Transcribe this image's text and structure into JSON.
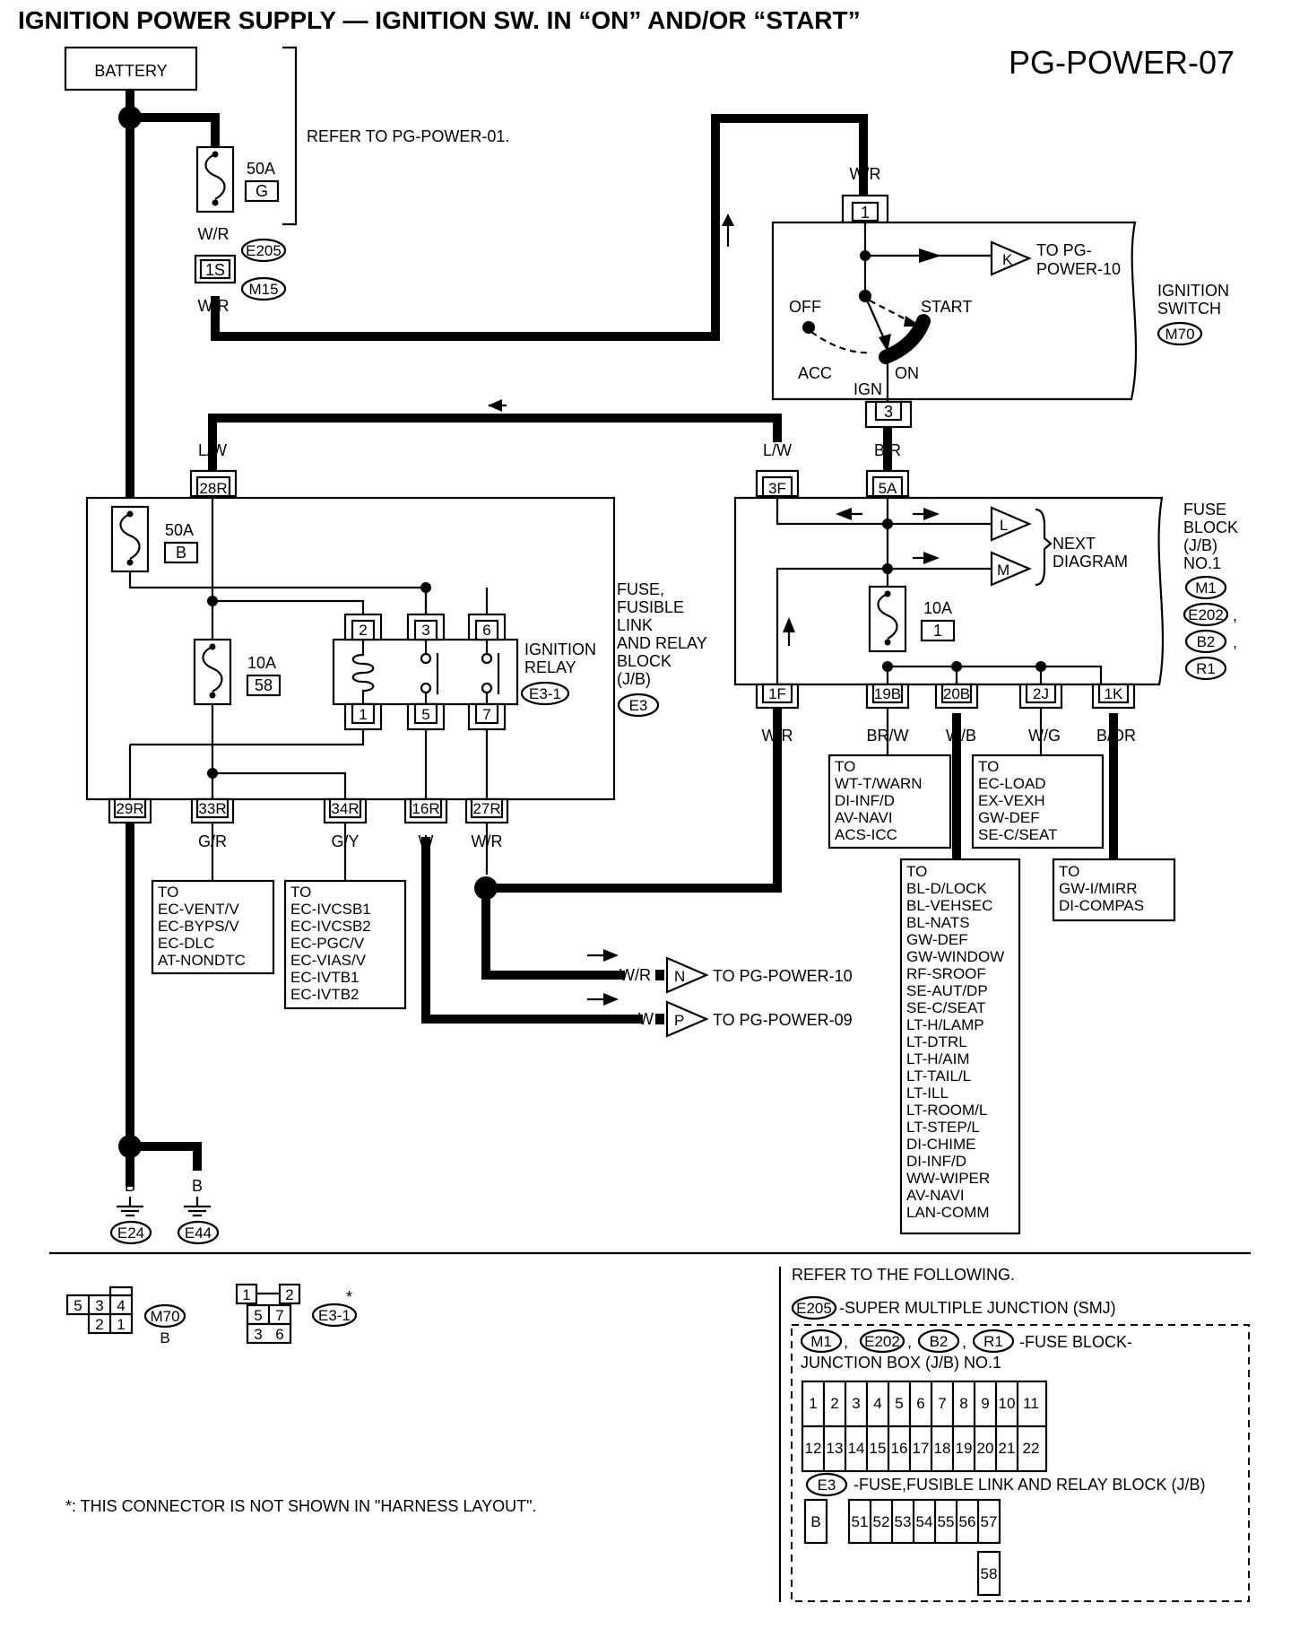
{
  "title": "IGNITION POWER SUPPLY — IGNITION SW. IN “ON” AND/OR “START”",
  "code": "PG-POWER-07",
  "battery": "BATTERY",
  "refer_pg01": "REFER TO PG-POWER-01.",
  "fuse_50a_g": {
    "amp": "50A",
    "id": "G"
  },
  "fuse_50a_b": {
    "amp": "50A",
    "id": "B"
  },
  "fuse_10a_58": {
    "amp": "10A",
    "id": "58"
  },
  "fuse_10a_1": {
    "amp": "10A",
    "id": "1"
  },
  "wires": {
    "wr": "W/R",
    "lw": "L/W",
    "br": "B/R",
    "brw": "BR/W",
    "wb": "W/B",
    "wg": "W/G",
    "bor": "B/OR",
    "b": "B",
    "gr": "G/R",
    "gy": "G/Y",
    "w": "W"
  },
  "connectors": {
    "e205": "E205",
    "m15": "M15",
    "m70": "M70",
    "e3": "E3",
    "e31": "E3-1",
    "m1": "M1",
    "e202": "E202",
    "b2": "B2",
    "r1": "R1",
    "e24": "E24",
    "e44": "E44"
  },
  "terminals": {
    "t1s": "1S",
    "t1": "1",
    "t3": "3",
    "t28r": "28R",
    "t3f": "3F",
    "t5a": "5A",
    "t29r": "29R",
    "t33r": "33R",
    "t34r": "34R",
    "t16r": "16R",
    "t27r": "27R",
    "t1f": "1F",
    "t19b": "19B",
    "t20b": "20B",
    "t2j": "2J",
    "t1k": "1K",
    "r2": "2",
    "r3": "3",
    "r6": "6",
    "r1": "1",
    "r5": "5",
    "r7": "7"
  },
  "ignition_switch": {
    "name": "IGNITION SWITCH",
    "name1": "IGNITION",
    "name2": "SWITCH",
    "off": "OFF",
    "start": "START",
    "acc": "ACC",
    "on": "ON",
    "ign": "IGN"
  },
  "arrows": {
    "k": "K",
    "k_to1": "TO PG-",
    "k_to2": "POWER-10",
    "l": "L",
    "m": "M",
    "next1": "NEXT",
    "next2": "DIAGRAM",
    "n": "N",
    "n_to": "TO PG-POWER-10",
    "p": "P",
    "p_to": "TO PG-POWER-09"
  },
  "fuse_block": {
    "l1": "FUSE",
    "l2": "BLOCK",
    "l3": "(J/B)",
    "l4": "NO.1"
  },
  "fflrb": {
    "l1": "FUSE,",
    "l2": "FUSIBLE",
    "l3": "LINK",
    "l4": "AND RELAY",
    "l5": "BLOCK",
    "l6": "(J/B)"
  },
  "ign_relay": {
    "l1": "IGNITION",
    "l2": "RELAY"
  },
  "dest_brw": [
    "TO",
    "WT-T/WARN",
    "DI-INF/D",
    "AV-NAVI",
    "ACS-ICC"
  ],
  "dest_wg": [
    "TO",
    "EC-LOAD",
    "EX-VEXH",
    "GW-DEF",
    "SE-C/SEAT"
  ],
  "dest_bor": [
    "TO",
    "GW-I/MIRR",
    "DI-COMPAS"
  ],
  "dest_wb": [
    "TO",
    "BL-D/LOCK",
    "BL-VEHSEC",
    "BL-NATS",
    "GW-DEF",
    "GW-WINDOW",
    "RF-SROOF",
    "SE-AUT/DP",
    "SE-C/SEAT",
    "LT-H/LAMP",
    "LT-DTRL",
    "LT-H/AIM",
    "LT-TAIL/L",
    "LT-ILL",
    "LT-ROOM/L",
    "LT-STEP/L",
    "DI-CHIME",
    "DI-INF/D",
    "WW-WIPER",
    "AV-NAVI",
    "LAN-COMM"
  ],
  "dest_gr": [
    "TO",
    "EC-VENT/V",
    "EC-BYPS/V",
    "EC-DLC",
    "AT-NONDTC"
  ],
  "dest_gy": [
    "TO",
    "EC-IVCSB1",
    "EC-IVCSB2",
    "EC-PGC/V",
    "EC-VIAS/V",
    "EC-IVTB1",
    "EC-IVTB2"
  ],
  "legend": {
    "m70_pins": [
      "5",
      "3",
      "4",
      "2",
      "1"
    ],
    "m70_color": "B",
    "e31_pins": [
      "1",
      "2",
      "5",
      "7",
      "3",
      "6"
    ],
    "star": "*",
    "footnote": "*: THIS CONNECTOR IS NOT SHOWN IN \"HARNESS LAYOUT\".",
    "refer_following": "REFER TO THE FOLLOWING.",
    "smj": "-SUPER MULTIPLE JUNCTION (SMJ)",
    "fb_desc1": "-FUSE BLOCK-",
    "fb_desc2": "JUNCTION BOX (J/B) NO.1",
    "fb_row1": [
      "1",
      "2",
      "3",
      "4",
      "5",
      "6",
      "7",
      "8",
      "9",
      "10",
      "11"
    ],
    "fb_row2": [
      "12",
      "13",
      "14",
      "15",
      "16",
      "17",
      "18",
      "19",
      "20",
      "21",
      "22"
    ],
    "e3_desc": "-FUSE,FUSIBLE LINK AND RELAY BLOCK (J/B)",
    "e3_b": "B",
    "e3_row": [
      "51",
      "52",
      "53",
      "54",
      "55",
      "56",
      "57"
    ],
    "e3_58": "58"
  }
}
